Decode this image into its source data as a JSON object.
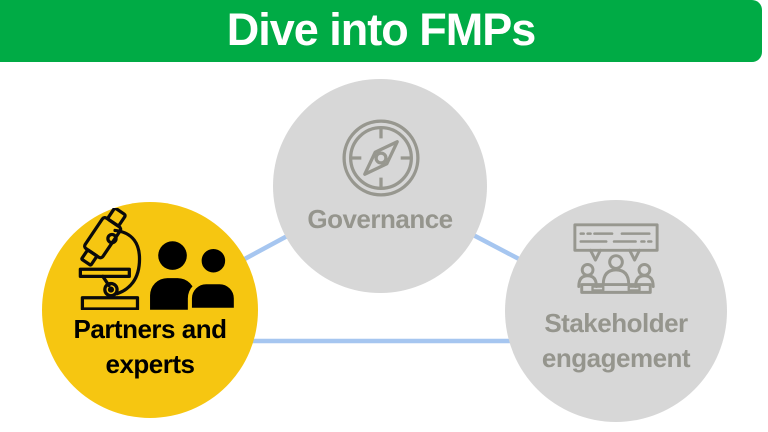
{
  "header": {
    "title": "Dive into FMPs",
    "background_color": "#00ab45",
    "text_color": "#ffffff"
  },
  "diagram": {
    "connector_color": "#a6c6f0",
    "nodes": {
      "governance": {
        "label": "Governance",
        "icon": "compass-icon",
        "background_color": "#d7d7d7",
        "label_color": "#95958d"
      },
      "partners": {
        "label_line1": "Partners and",
        "label_line2": "experts",
        "icons": [
          "microscope-icon",
          "people-icon"
        ],
        "background_color": "#f6c611",
        "label_color": "#000000"
      },
      "stakeholder": {
        "label_line1": "Stakeholder",
        "label_line2": "engagement",
        "icon": "meeting-presentation-icon",
        "background_color": "#d7d7d7",
        "label_color": "#95958d"
      }
    },
    "connections": [
      {
        "from": "partners",
        "to": "governance"
      },
      {
        "from": "governance",
        "to": "stakeholder"
      },
      {
        "from": "partners",
        "to": "stakeholder"
      }
    ]
  }
}
